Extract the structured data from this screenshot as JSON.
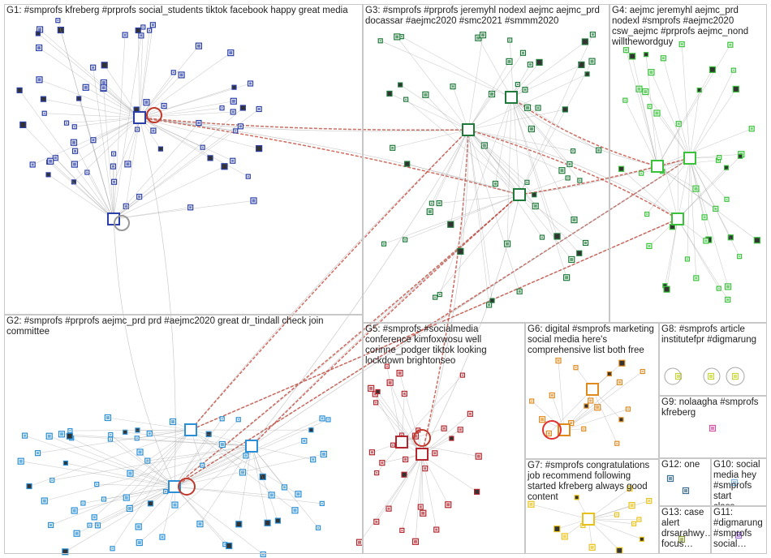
{
  "groups": {
    "g1": {
      "label": "G1: #smprofs kfreberg #prprofs social_students tiktok facebook happy great media"
    },
    "g2": {
      "label": "G2: #smprofs #prprofs aejmc_prd prd #aejmc2020 great dr_tindall check join committee"
    },
    "g3": {
      "label": "G3: #smprofs #prprofs jeremyhl nodexl aejmc aejmc_prd docassar #aejmc2020 #smc2021 #smmm2020"
    },
    "g4": {
      "label": "G4: aejmc jeremyhl aejmc_prd nodexl #smprofs #aejmc2020 csw_aejmc #prprofs aejmc_nond willthewordguy"
    },
    "g5": {
      "label": "G5: #smprofs #socialmedia conference kimfoxwosu well corinne_podger tiktok looking lockdown brightonseo"
    },
    "g6": {
      "label": "G6: digital #smprofs marketing social media here's comprehensive list both free"
    },
    "g7": {
      "label": "G7: #smprofs congratulations job recommend following started kfreberg always good content"
    },
    "g8": {
      "label": "G8: #smprofs article institutefpr #digmarung"
    },
    "g9": {
      "label": "G9: nolaagha #smprofs kfreberg"
    },
    "g10": {
      "label": "G10: social media hey #smprofs start class…"
    },
    "g11": {
      "label": "G11: #digmarung #smprofs social…"
    },
    "g12": {
      "label": "G12: one"
    },
    "g13": {
      "label": "G13: case alert drsarahwy…'s focus…"
    }
  },
  "colors": {
    "g1": "#2b3fa8",
    "g2": "#2a8fd6",
    "g3": "#1f7a3a",
    "g4": "#39c23a",
    "g5": "#b3262d",
    "g6": "#e08a1e",
    "g7": "#e8c21a",
    "g8": "#c8d43a",
    "g9": "#d64fa0",
    "g10": "#7fb2e6",
    "g11": "#9b6dd6",
    "g12": "#3c6e8f",
    "g13": "#8a9a3a",
    "edge": "#a8a8a8",
    "interedge": "#c0392b"
  }
}
